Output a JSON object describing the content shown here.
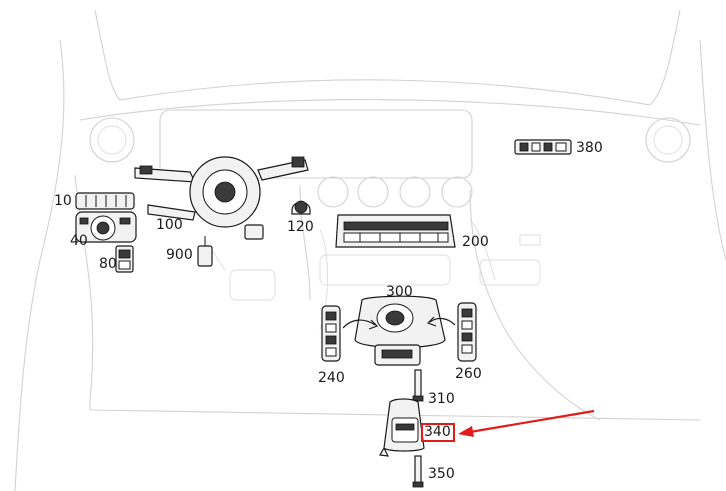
{
  "diagram": {
    "labels": [
      {
        "id": "10",
        "text": "10"
      },
      {
        "id": "40",
        "text": "40"
      },
      {
        "id": "80",
        "text": "80"
      },
      {
        "id": "100",
        "text": "100"
      },
      {
        "id": "120",
        "text": "120"
      },
      {
        "id": "200",
        "text": "200"
      },
      {
        "id": "240",
        "text": "240"
      },
      {
        "id": "260",
        "text": "260"
      },
      {
        "id": "300",
        "text": "300"
      },
      {
        "id": "310",
        "text": "310"
      },
      {
        "id": "340",
        "text": "340"
      },
      {
        "id": "350",
        "text": "350"
      },
      {
        "id": "380",
        "text": "380"
      },
      {
        "id": "900",
        "text": "900"
      }
    ],
    "highlighted_label": "340",
    "colors": {
      "highlight": "#e11b1b",
      "linework": "#1a1a1a",
      "background_outline": "#d2d2d2"
    }
  }
}
